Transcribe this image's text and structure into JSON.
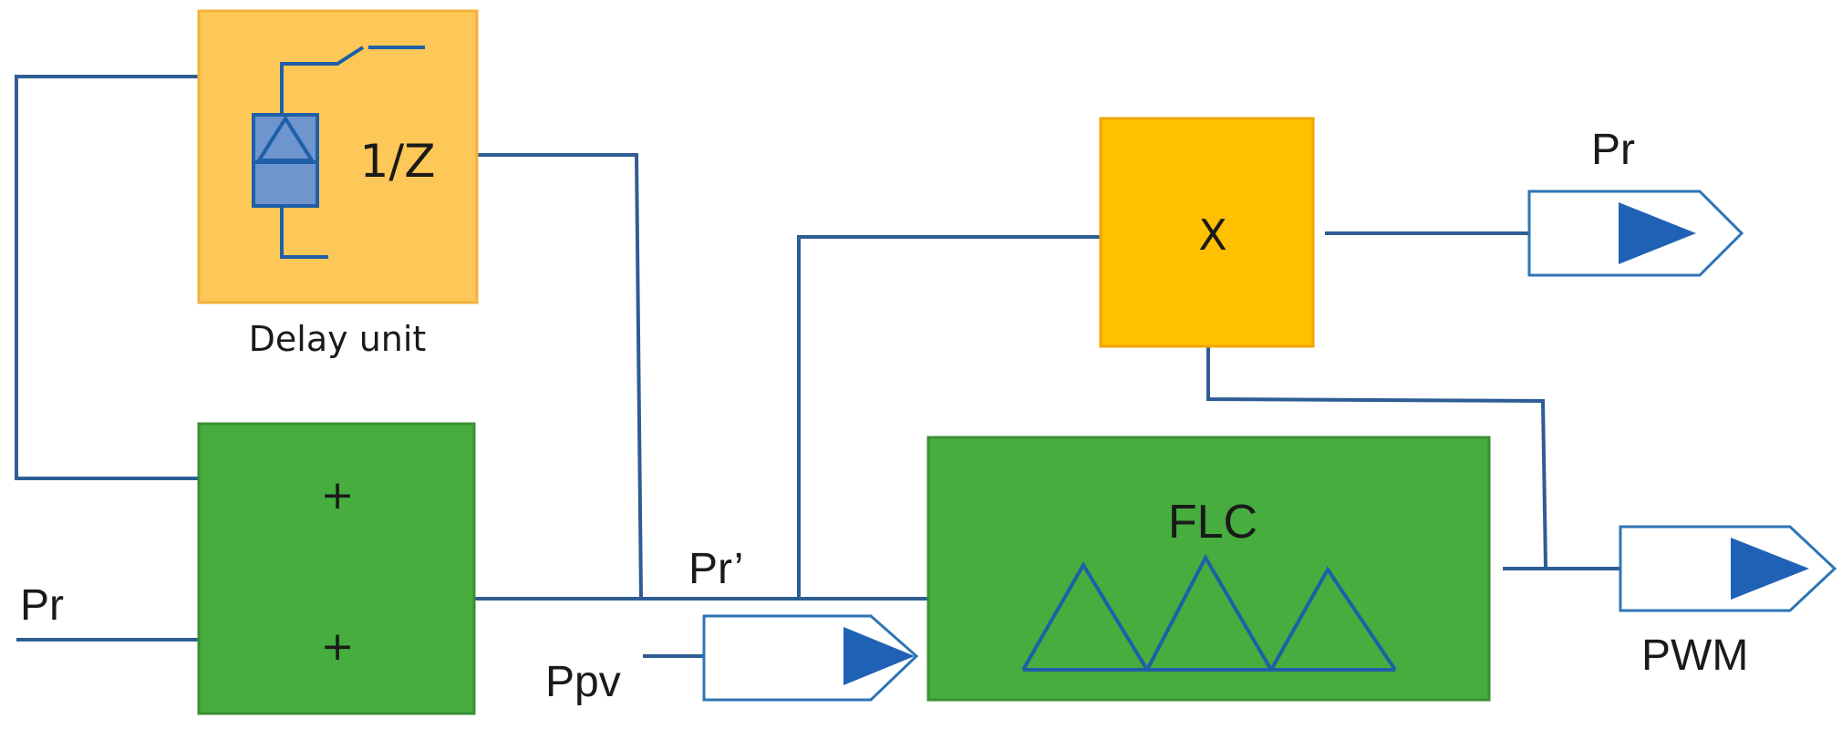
{
  "blocks": {
    "delay": {
      "symbol": "1/Z",
      "caption": "Delay unit"
    },
    "sum": {
      "sign_top": "+",
      "sign_bottom": "+"
    },
    "multiply": {
      "symbol": "X"
    },
    "flc": {
      "title": "FLC"
    }
  },
  "signals": {
    "pr_input": "Pr",
    "pr_prime": "Pr’",
    "ppv": "Ppv",
    "pr_output": "Pr",
    "pwm_output": "PWM"
  },
  "colors": {
    "delay_fill": "#fdc857",
    "delay_border": "#f2b13c",
    "multiply_fill": "#ffc000",
    "multiply_border": "#f0a500",
    "green_fill": "#46ad3e",
    "green_border": "#3a8f33",
    "wire": "#2e5d93",
    "accent_blue": "#1f5fa8"
  }
}
